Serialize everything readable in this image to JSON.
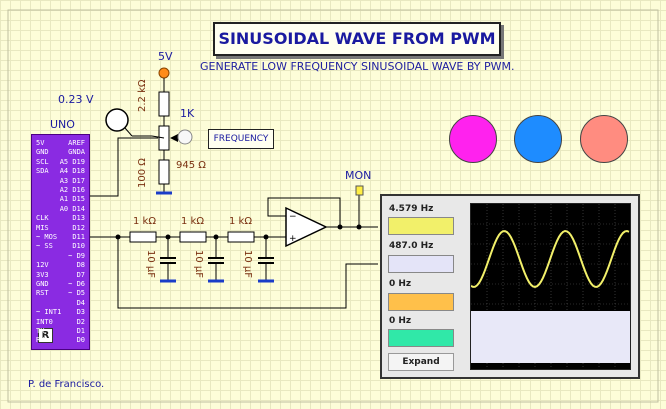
{
  "title": "SINUSOIDAL WAVE FROM PWM",
  "subtitle": "GENERATE LOW FREQUENCY SINUSOIDAL WAVE BY PWM.",
  "author": "P. de Francisco.",
  "board": {
    "name": "UNO",
    "left_pins": [
      "5V",
      "GND",
      "SCL",
      "SDA",
      "",
      "",
      "",
      "",
      "CLK",
      "MIS",
      "~ MOS",
      "~ SS",
      "",
      "12V",
      "3V3",
      "GND",
      "RST",
      "",
      "~ INT1",
      "INT0",
      "TX",
      "RX"
    ],
    "right_pins": [
      "AREF",
      "GNDA",
      "A5 D19",
      "A4 D18",
      "A3 D17",
      "A2 D16",
      "A1 D15",
      "A0 D14",
      "D13",
      "D12",
      "D11",
      "D10",
      "~ D9",
      "D8",
      "D7",
      "~ D6",
      "~ D5",
      "D4",
      "D3",
      "D2",
      "D1",
      "D0"
    ],
    "badge": "R"
  },
  "supply": {
    "label": "5V"
  },
  "probe": {
    "value": "0.23 V"
  },
  "pot": {
    "label": "1K",
    "value": "945 Ω"
  },
  "resistors": {
    "r_top": "2.2 kΩ",
    "r_bottom": "100 Ω",
    "r_filter": [
      "1 kΩ",
      "1 kΩ",
      "1 kΩ"
    ]
  },
  "capacitors": [
    "10 µF",
    "10 µF",
    "10 µF"
  ],
  "frequency_button": "FREQUENCY",
  "mon_label": "MON",
  "indicators": {
    "magenta": "#ff22ee",
    "blue": "#1e8cff",
    "salmon": "#ff8c80"
  },
  "oscilloscope": {
    "channels": [
      {
        "value": "4.579 Hz",
        "color": "#f2f06a"
      },
      {
        "value": "487.0 Hz",
        "color": "#e4e4f8"
      },
      {
        "value": "0 Hz",
        "color": "#ffc04a"
      },
      {
        "value": "0 Hz",
        "color": "#30e8a8"
      }
    ],
    "expand_label": "Expand",
    "trace_colors": {
      "sine": "#f2f06a",
      "pwm": "#e8e8f8"
    }
  }
}
